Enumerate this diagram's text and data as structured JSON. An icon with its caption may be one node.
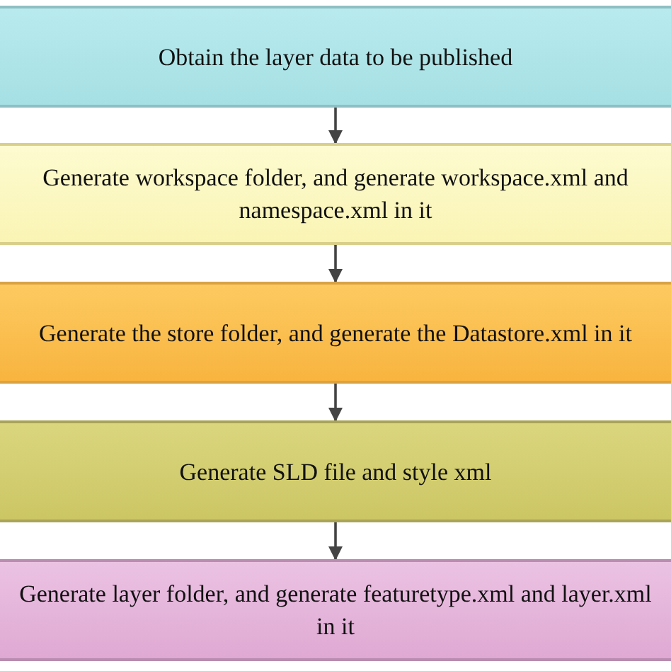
{
  "diagram": {
    "nodes": [
      {
        "text": [
          "Obtain the layer data to be published"
        ]
      },
      {
        "text": [
          "Generate workspace folder, and generate workspace.xml and namespace.xml in it"
        ]
      },
      {
        "text": [
          "Generate the store folder, and generate the Datastore.xml in it"
        ]
      },
      {
        "text": [
          "Generate SLD file and style xml"
        ]
      },
      {
        "text": [
          "Generate layer folder, and generate featuretype.xml and layer.xml in it"
        ]
      }
    ],
    "edges": [
      {
        "from": 0,
        "to": 1,
        "arrow": "to"
      },
      {
        "from": 1,
        "to": 2,
        "arrow": "to"
      },
      {
        "from": 2,
        "to": 3,
        "arrow": "to"
      },
      {
        "from": 3,
        "to": 4,
        "arrow": "to"
      }
    ]
  }
}
